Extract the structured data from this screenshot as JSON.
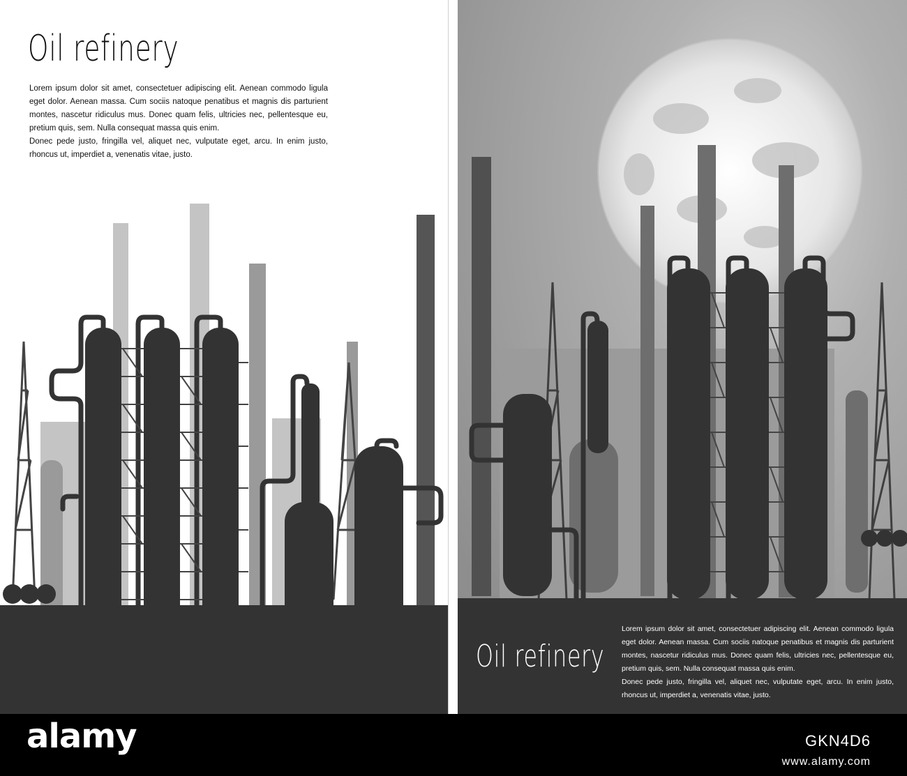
{
  "left_poster": {
    "title": "Oil refinery",
    "paragraph1": "Lorem ipsum dolor sit amet, consectetuer adipiscing elit. Aenean commodo ligula eget dolor. Aenean massa. Cum sociis natoque penatibus et magnis dis parturient montes, nascetur ridiculus mus. Donec quam felis, ultricies nec, pellentesque eu, pretium quis, sem. Nulla consequat massa quis enim.",
    "paragraph2": "Donec pede justo, fringilla vel, aliquet nec, vulputate eget, arcu. In enim justo, rhoncus ut, imperdiet a, venenatis vitae, justo."
  },
  "right_poster": {
    "title": "Oil refinery",
    "paragraph1": "Lorem ipsum dolor sit amet, consectetuer adipiscing elit. Aenean commodo ligula eget dolor. Aenean massa. Cum sociis natoque penatibus et magnis dis parturient montes, nascetur ridiculus mus. Donec quam felis, ultricies nec, pellentesque eu, pretium quis, sem. Nulla consequat massa quis enim.",
    "paragraph2": "Donec pede justo, fringilla vel, aliquet nec, vulputate eget, arcu. In enim justo, rhoncus ut, imperdiet a, venenatis vitae, justo."
  },
  "footer": {
    "brand": "alamy",
    "image_id": "GKN4D6",
    "url": "www.alamy.com"
  },
  "colors": {
    "silhouette_dark": "#333333",
    "silhouette_mid": "#777777",
    "silhouette_light": "#b5b5b5",
    "sky_grey": "#9c9c9c",
    "moon": "#eeeeee",
    "footer_bg": "#000000"
  }
}
